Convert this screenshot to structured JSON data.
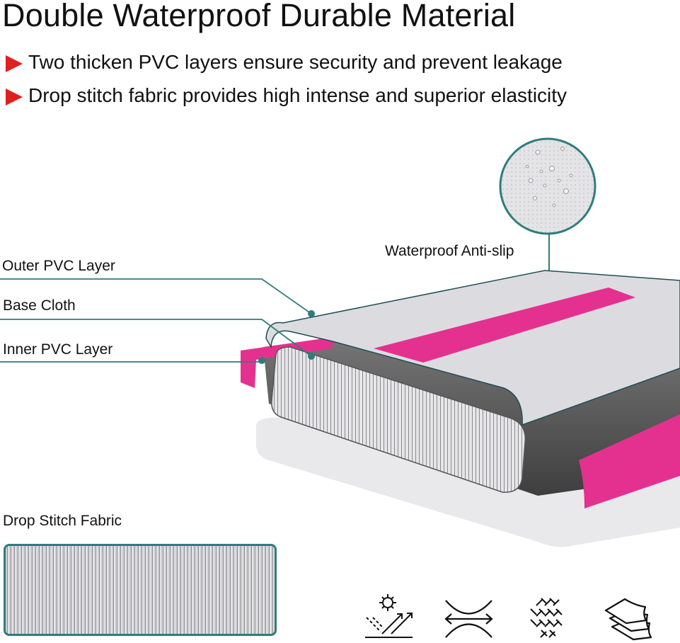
{
  "title": "Double Waterproof Durable Material",
  "bullets": [
    "Two thicken PVC layers ensure security and prevent leakage",
    "Drop stitch fabric provides high intense and superior elasticity"
  ],
  "labels": {
    "waterproof": "Waterproof Anti-slip",
    "outer": "Outer PVC Layer",
    "base": "Base Cloth",
    "inner": "Inner PVC Layer",
    "drop_stitch": "Drop Stitch Fabric"
  },
  "icons": [
    "uv-resistant-icon",
    "elastic-stretch-icon",
    "woven-fabric-icon",
    "layers-icon"
  ],
  "colors": {
    "accent": "#2f7c7d",
    "pink": "#e4318f",
    "bullet": "#e0201f"
  }
}
